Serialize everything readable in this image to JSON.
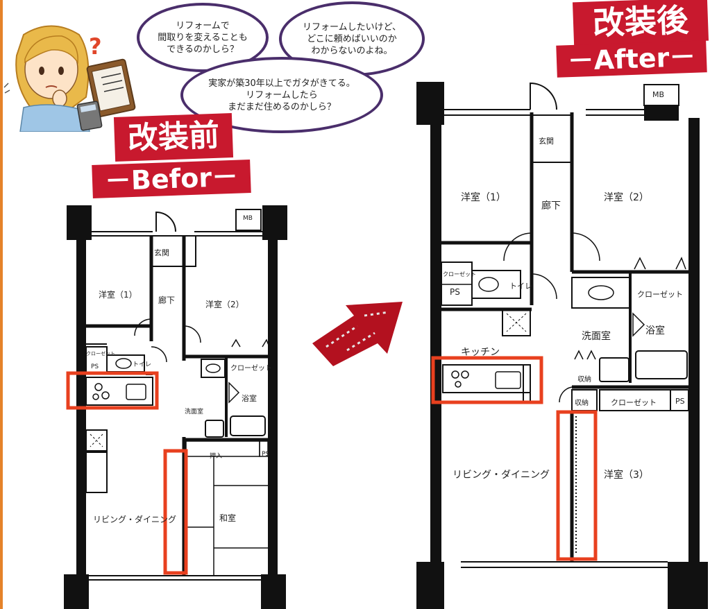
{
  "bubbles": [
    "リフォームで\n間取りを変えることも\nできるのかしら？",
    "リフォームしたいけど、\nどこに頼めばいいのか\nわからないのよね。",
    "実家が築30年以上でガタがきてる。\nリフォームしたら\nまだまだ住めるのかしら？"
  ],
  "question_mark": "?",
  "before": {
    "title": "改装前",
    "subtitle": "－Befor－",
    "rooms": {
      "mb": "MB",
      "genkan": "玄関",
      "youshitsu1": "洋室（1）",
      "rouka": "廊下",
      "youshitsu2": "洋室（2）",
      "closet_small": "クローゼット",
      "ps": "PS",
      "toilet": "トイレ",
      "closet": "クローゼット",
      "yokushitsu": "浴室",
      "senmenshitsu": "洗面室",
      "oshiire": "押入",
      "ps2": "PS",
      "living": "リビング・ダイニング",
      "washitsu": "和室"
    }
  },
  "after": {
    "title": "改装後",
    "subtitle": "－After－",
    "rooms": {
      "mb": "MB",
      "genkan": "玄関",
      "youshitsu1": "洋室（1）",
      "rouka": "廊下",
      "youshitsu2": "洋室（2）",
      "closet_small": "クローゼット",
      "ps": "PS",
      "toilet": "トイレ",
      "closet": "クローゼット",
      "senmenshitsu": "洗面室",
      "yokushitsu": "浴室",
      "kitchen": "キッチン",
      "shuno1": "収納",
      "shuno2": "収納",
      "closet2": "クローゼット",
      "ps2": "PS",
      "living": "リビング・ダイニング",
      "youshitsu3": "洋室（3）"
    }
  },
  "colors": {
    "accent_red": "#c8192e",
    "highlight": "#e8401f",
    "bubble_border": "#4a2e6b",
    "border_orange": "#e5832a"
  }
}
